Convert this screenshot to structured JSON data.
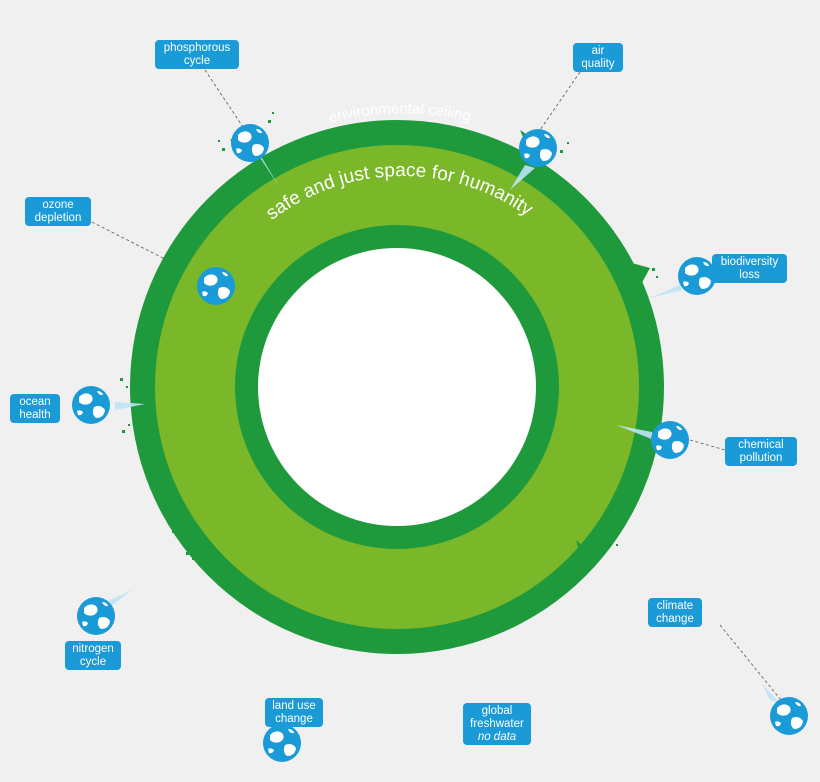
{
  "diagram": {
    "outer_ring_label": "environmental ceiling",
    "inner_ring_label": "safe and just space for humanity",
    "colors": {
      "background": "#f0f0f0",
      "ceiling_ring": "#1e9a3c",
      "safe_space": "#7ab829",
      "inner_ring": "#1e9a3c",
      "center": "#ffffff",
      "label_fill": "#1a9ad6",
      "label_text": "#ffffff",
      "globe": "#1a9ad6"
    },
    "boundaries": [
      {
        "id": "phosphorous",
        "lines": [
          "phosphorous",
          "cycle"
        ]
      },
      {
        "id": "air",
        "lines": [
          "air",
          "quality"
        ]
      },
      {
        "id": "ozone",
        "lines": [
          "ozone",
          "depletion"
        ]
      },
      {
        "id": "biodiversity",
        "lines": [
          "biodiversity",
          "loss"
        ]
      },
      {
        "id": "ocean",
        "lines": [
          "ocean",
          "health"
        ]
      },
      {
        "id": "chemical",
        "lines": [
          "chemical",
          "pollution"
        ]
      },
      {
        "id": "nitrogen",
        "lines": [
          "nitrogen",
          "cycle"
        ]
      },
      {
        "id": "climate",
        "lines": [
          "climate",
          "change"
        ]
      },
      {
        "id": "landuse",
        "lines": [
          "land use",
          "change"
        ]
      },
      {
        "id": "freshwater",
        "lines": [
          "global",
          "freshwater"
        ],
        "note": "no data"
      }
    ],
    "icon": "globe-icon"
  }
}
